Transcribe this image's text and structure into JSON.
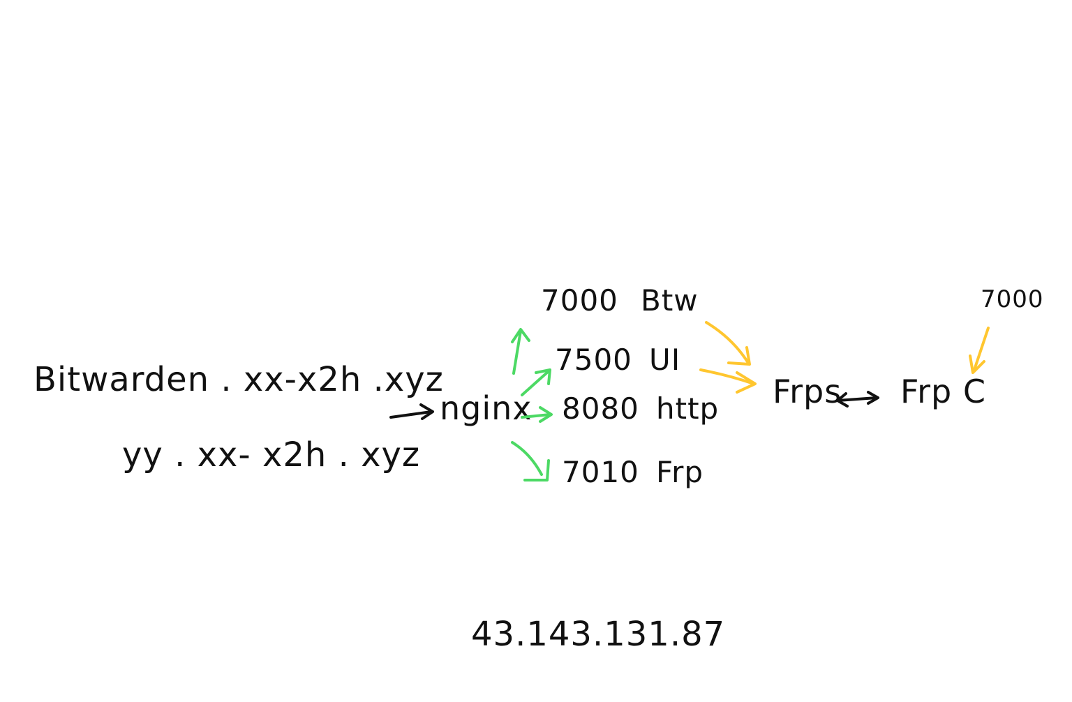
{
  "domains": {
    "primary": "Bitwarden . xx-x2h .xyz",
    "secondary": "yy . xx- x2h . xyz"
  },
  "proxy": {
    "label": "nginx"
  },
  "routes": [
    {
      "port": "7000",
      "service": "Btw"
    },
    {
      "port": "7500",
      "service": "UI"
    },
    {
      "port": "8080",
      "service": "http"
    },
    {
      "port": "7010",
      "service": "Frp"
    }
  ],
  "frp": {
    "server_label": "Frps",
    "client_label": "Frp C",
    "client_port": "7000"
  },
  "ip_address": "43.143.131.87",
  "colors": {
    "ink": "#111111",
    "green_arrows": "#4cd964",
    "yellow_arrows": "#ffc62f"
  }
}
